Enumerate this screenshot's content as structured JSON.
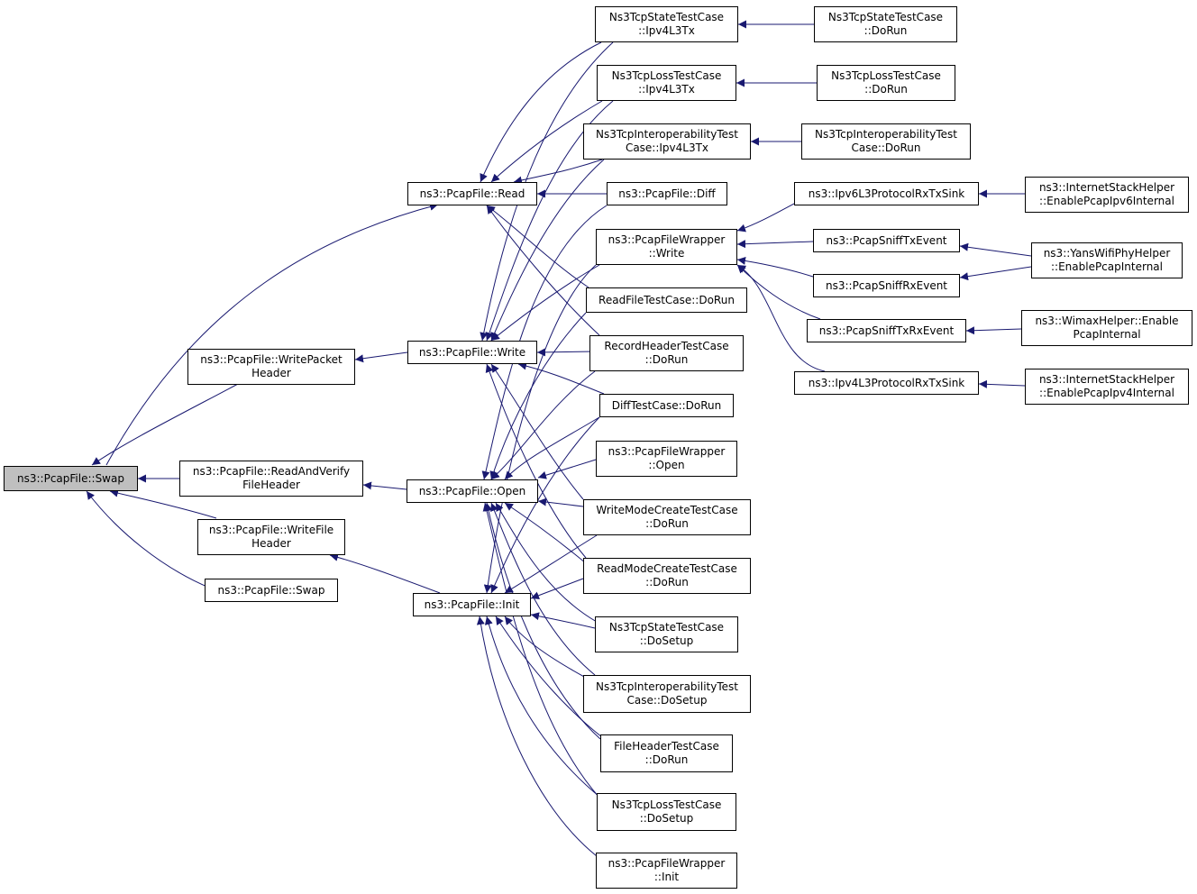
{
  "colors": {
    "edge": "#191970",
    "root_fill": "#bfbfbf",
    "node_fill": "#ffffff",
    "border": "#000000"
  },
  "nodes": {
    "swap_root": [
      "ns3::PcapFile::Swap"
    ],
    "read": [
      "ns3::PcapFile::Read"
    ],
    "write_packet_header": [
      "ns3::PcapFile::WritePacket",
      "Header"
    ],
    "write": [
      "ns3::PcapFile::Write"
    ],
    "read_and_verify": [
      "ns3::PcapFile::ReadAndVerify",
      "FileHeader"
    ],
    "open": [
      "ns3::PcapFile::Open"
    ],
    "write_file_header": [
      "ns3::PcapFile::WriteFile",
      "Header"
    ],
    "swap2": [
      "ns3::PcapFile::Swap"
    ],
    "init": [
      "ns3::PcapFile::Init"
    ],
    "state_ipv4": [
      "Ns3TcpStateTestCase",
      "::Ipv4L3Tx"
    ],
    "loss_ipv4": [
      "Ns3TcpLossTestCase",
      "::Ipv4L3Tx"
    ],
    "interop_ipv4": [
      "Ns3TcpInteroperabilityTest",
      "Case::Ipv4L3Tx"
    ],
    "diff": [
      "ns3::PcapFile::Diff"
    ],
    "wrapper_write": [
      "ns3::PcapFileWrapper",
      "::Write"
    ],
    "readfile_dorun": [
      "ReadFileTestCase::DoRun"
    ],
    "recordheader_dorun": [
      "RecordHeaderTestCase",
      "::DoRun"
    ],
    "difftest_dorun": [
      "DiffTestCase::DoRun"
    ],
    "wrapper_open": [
      "ns3::PcapFileWrapper",
      "::Open"
    ],
    "writemode_dorun": [
      "WriteModeCreateTestCase",
      "::DoRun"
    ],
    "readmode_dorun": [
      "ReadModeCreateTestCase",
      "::DoRun"
    ],
    "state_dosetup": [
      "Ns3TcpStateTestCase",
      "::DoSetup"
    ],
    "interop_dosetup": [
      "Ns3TcpInteroperabilityTest",
      "Case::DoSetup"
    ],
    "fileheader_dorun": [
      "FileHeaderTestCase",
      "::DoRun"
    ],
    "loss_dosetup": [
      "Ns3TcpLossTestCase",
      "::DoSetup"
    ],
    "wrapper_init": [
      "ns3::PcapFileWrapper",
      "::Init"
    ],
    "state_dorun": [
      "Ns3TcpStateTestCase",
      "::DoRun"
    ],
    "loss_dorun": [
      "Ns3TcpLossTestCase",
      "::DoRun"
    ],
    "interop_dorun": [
      "Ns3TcpInteroperabilityTest",
      "Case::DoRun"
    ],
    "ipv6_sink": [
      "ns3::Ipv6L3ProtocolRxTxSink"
    ],
    "sniff_tx": [
      "ns3::PcapSniffTxEvent"
    ],
    "sniff_rx": [
      "ns3::PcapSniffRxEvent"
    ],
    "sniff_txrx": [
      "ns3::PcapSniffTxRxEvent"
    ],
    "ipv4_sink": [
      "ns3::Ipv4L3ProtocolRxTxSink"
    ],
    "ish_ipv6": [
      "ns3::InternetStackHelper",
      "::EnablePcapIpv6Internal"
    ],
    "yans": [
      "ns3::YansWifiPhyHelper",
      "::EnablePcapInternal"
    ],
    "wimax": [
      "ns3::WimaxHelper::Enable",
      "PcapInternal"
    ],
    "ish_ipv4": [
      "ns3::InternetStackHelper",
      "::EnablePcapIpv4Internal"
    ]
  }
}
